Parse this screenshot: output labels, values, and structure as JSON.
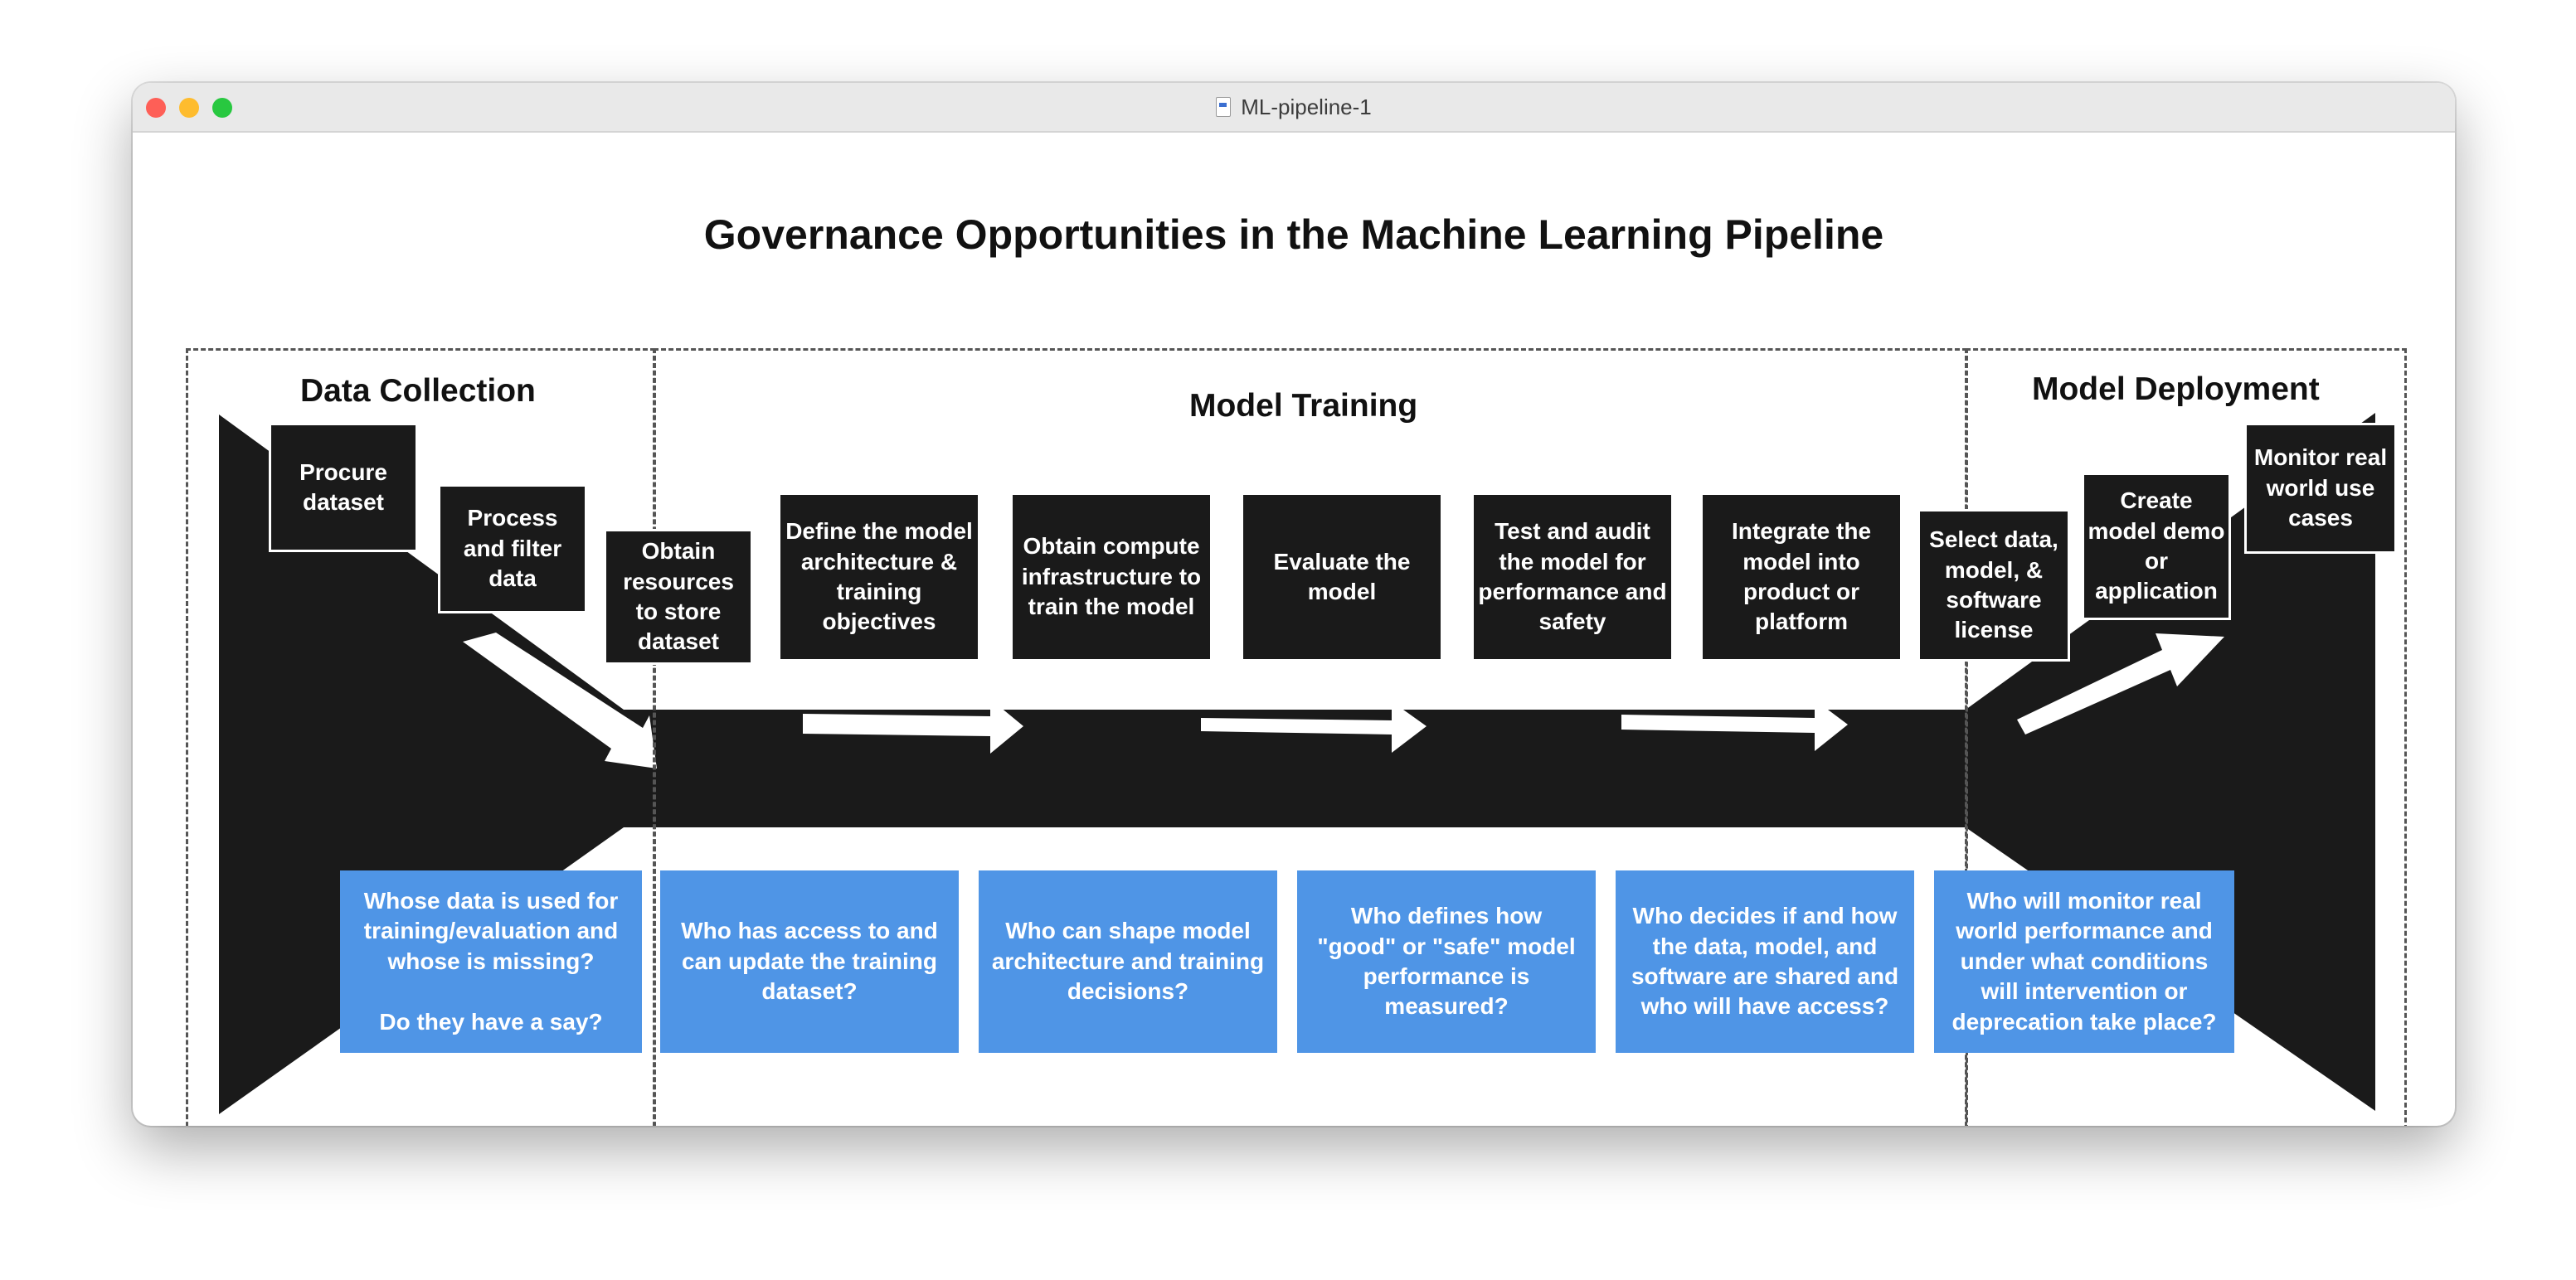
{
  "window": {
    "title": "ML-pipeline-1"
  },
  "diagram": {
    "title": "Governance Opportunities in the Machine Learning Pipeline",
    "stages": [
      {
        "title": "Data Collection"
      },
      {
        "title": "Model Training"
      },
      {
        "title": "Model Deployment"
      }
    ],
    "steps": [
      "Procure dataset",
      "Process and filter data",
      "Obtain resources to store dataset",
      "Define the model architecture & training objectives",
      "Obtain compute infrastructure to train the model",
      "Evaluate the model",
      "Test and audit the model for performance and safety",
      "Integrate the model into product or platform",
      "Select data, model, & software license",
      "Create model demo or application",
      "Monitor real world use cases"
    ],
    "questions": [
      "Whose data is used for training/evaluation and whose is missing?\n\nDo they have a say?",
      "Who has access to and can update the training dataset?",
      "Who can shape model architecture and training decisions?",
      "Who defines how \"good\" or \"safe\" model performance is measured?",
      "Who decides if and how the data, model, and software are shared and who will have access?",
      "Who will monitor real world performance and under what conditions will intervention or deprecation take place?"
    ],
    "colors": {
      "pipeline": "#1a1a1a",
      "question_box": "#4f95e6",
      "arrow": "#ffffff"
    }
  }
}
